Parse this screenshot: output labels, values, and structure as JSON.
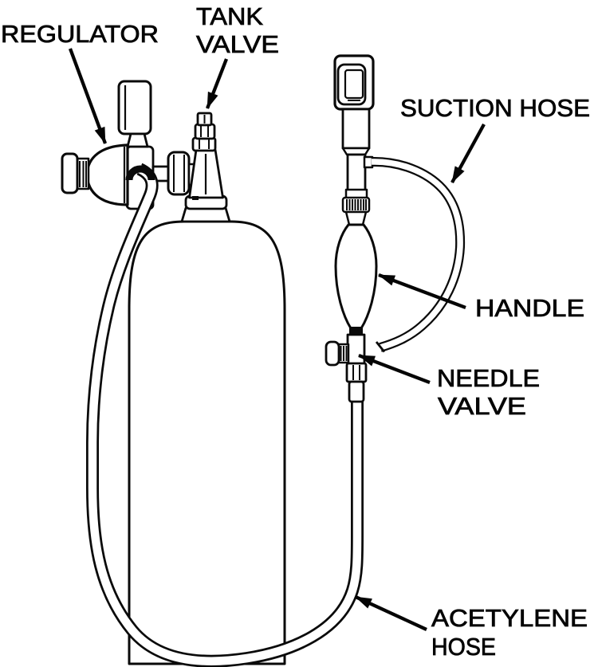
{
  "figure": {
    "kind": "scanned technical line drawing",
    "description": "Acetylene tank with regulator, tank valve, acetylene hose and hand-held suction torch",
    "ink_color": "#0a0a0a",
    "paper_color": "#ffffff"
  },
  "labels": {
    "regulator": {
      "text": "REGULATOR"
    },
    "tank_valve": {
      "line1": "TANK",
      "line2": "VALVE"
    },
    "suction_hose": {
      "text": "SUCTION HOSE"
    },
    "handle": {
      "text": "HANDLE"
    },
    "needle_valve": {
      "line1": "NEEDLE",
      "line2": "VALVE"
    },
    "acetylene_hose": {
      "line1": "ACETYLENE",
      "line2": "HOSE"
    }
  }
}
